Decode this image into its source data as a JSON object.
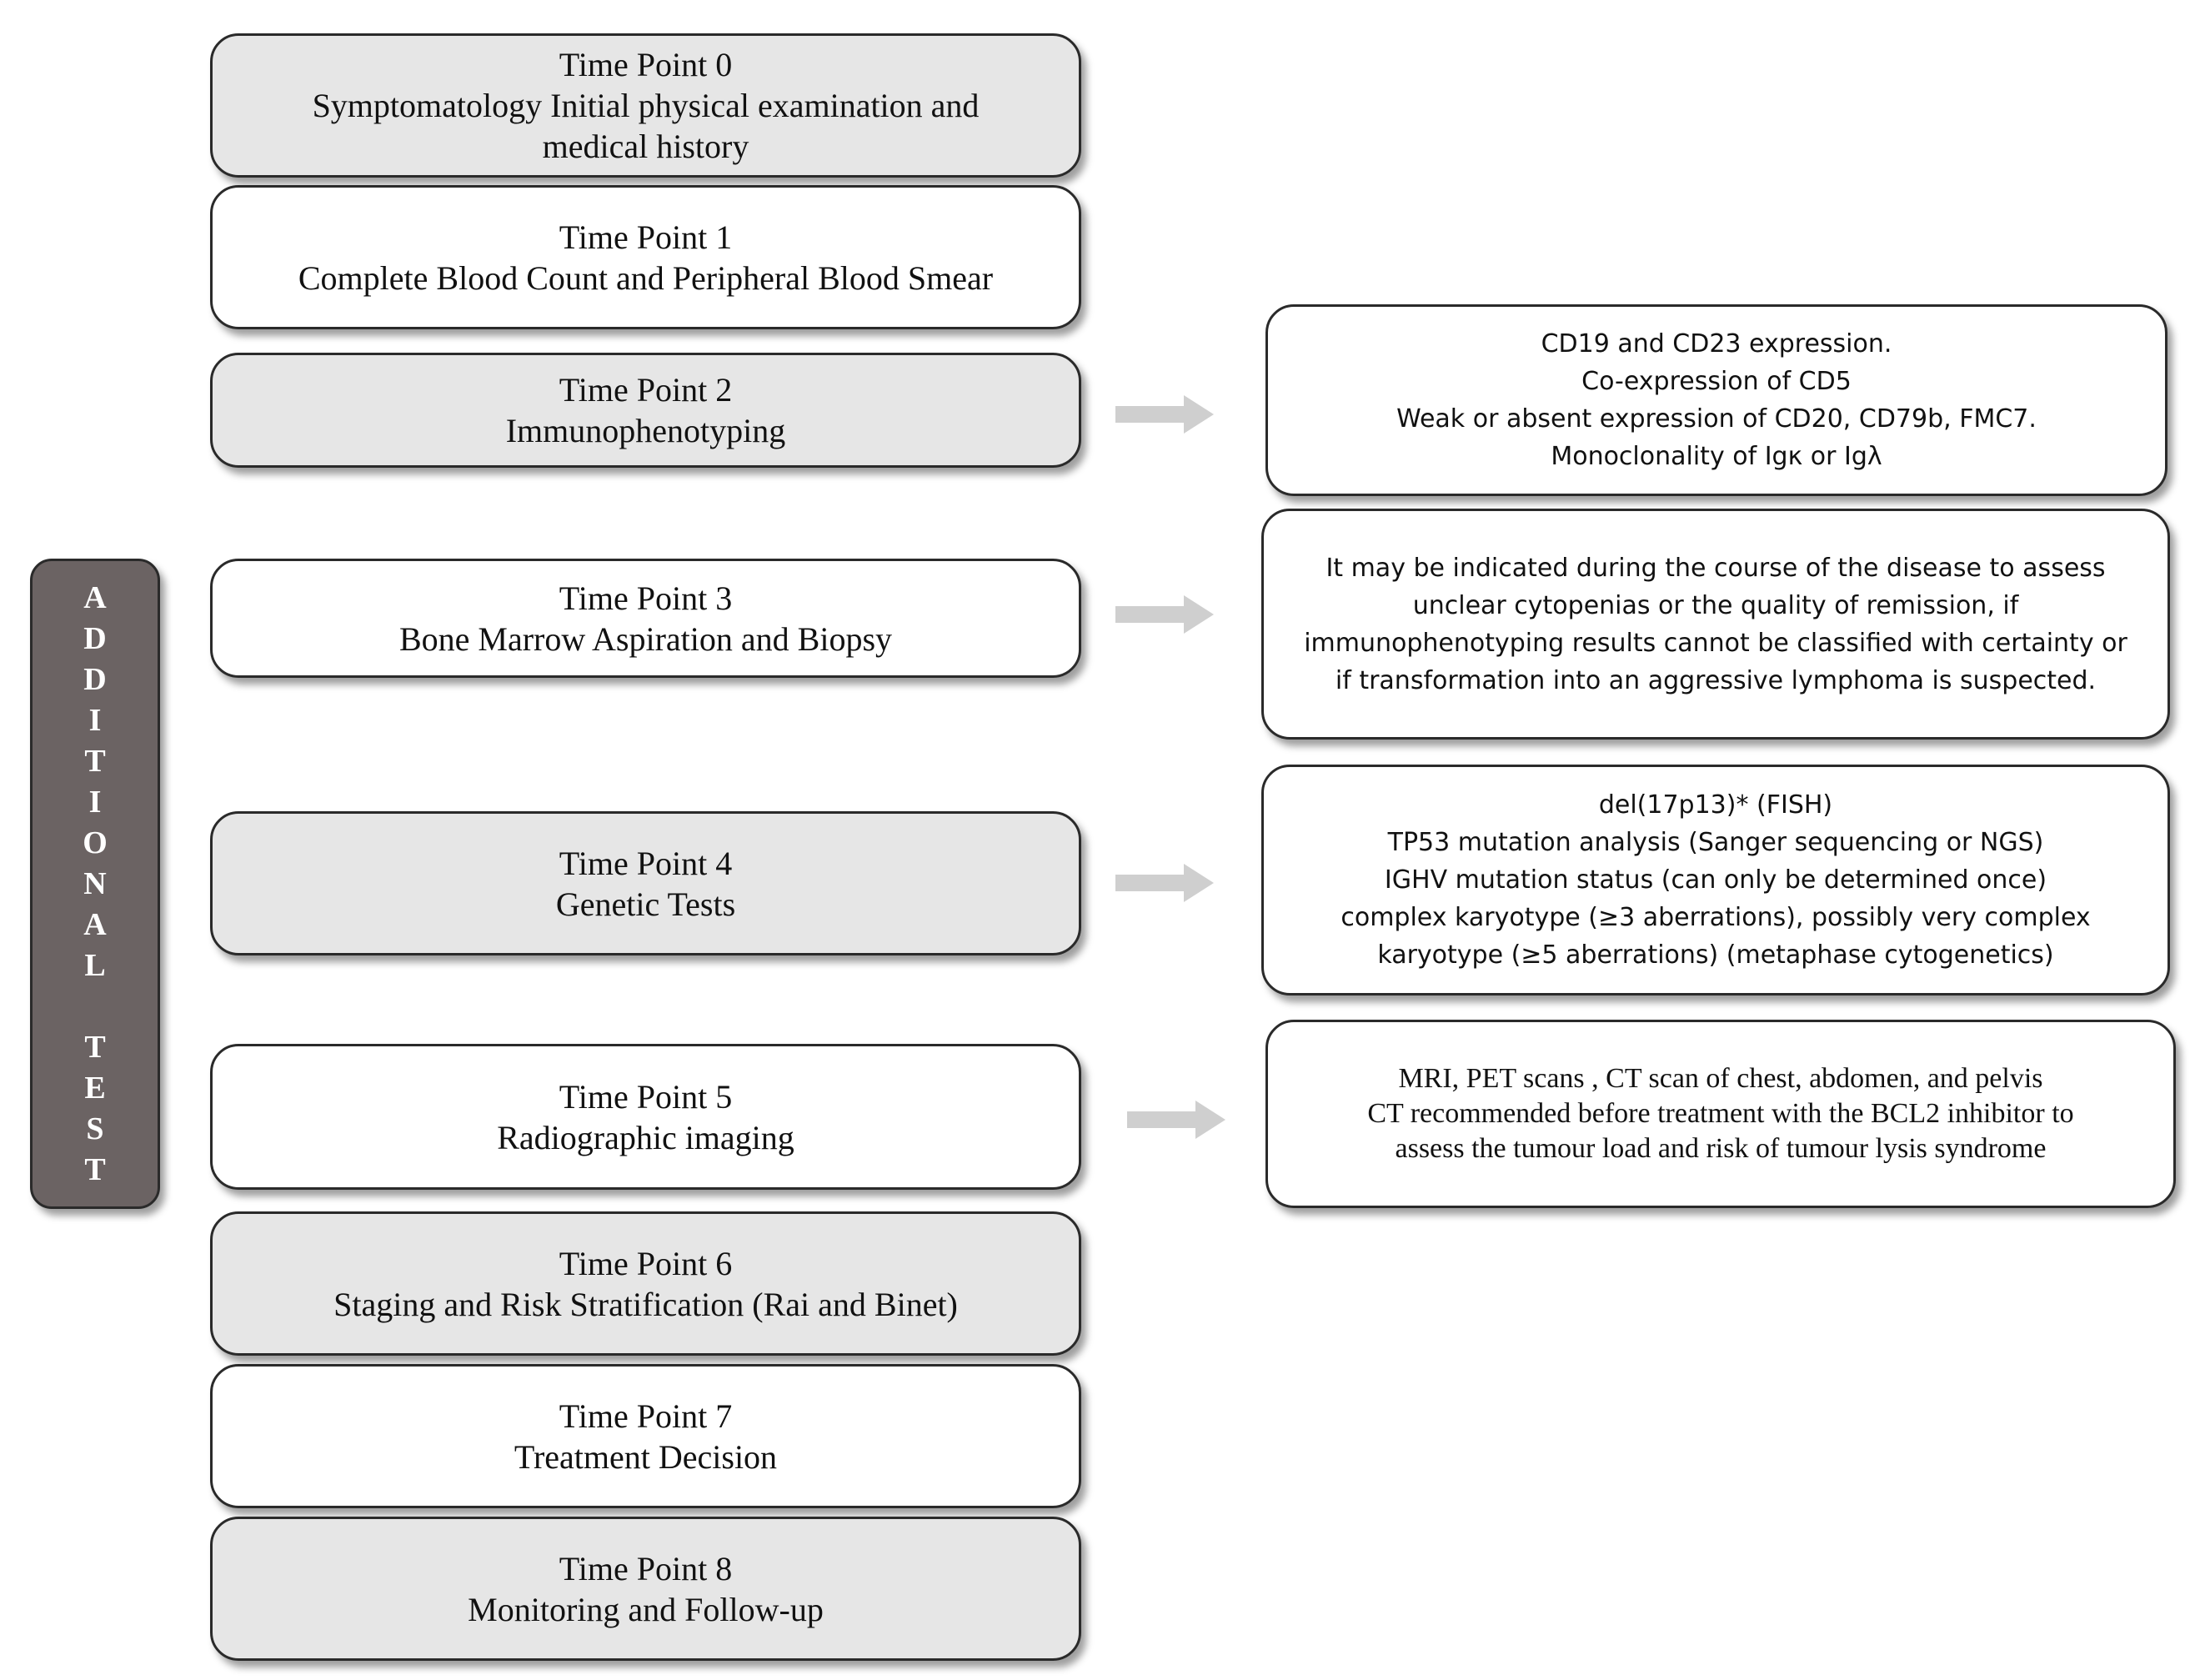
{
  "timepoints": [
    {
      "title": "Time Point 0",
      "lines": [
        "Symptomatology Initial physical examination and",
        "medical history"
      ]
    },
    {
      "title": "Time Point 1",
      "lines": [
        "Complete Blood Count and Peripheral Blood Smear"
      ]
    },
    {
      "title": "Time Point 2",
      "lines": [
        "Immunophenotyping"
      ]
    },
    {
      "title": "Time Point 3",
      "lines": [
        "Bone Marrow Aspiration and Biopsy"
      ]
    },
    {
      "title": "Time Point 4",
      "lines": [
        "Genetic Tests"
      ]
    },
    {
      "title": "Time Point 5",
      "lines": [
        "Radiographic imaging"
      ]
    },
    {
      "title": "Time Point 6",
      "lines": [
        "Staging and Risk Stratification (Rai and Binet)"
      ]
    },
    {
      "title": "Time Point 7",
      "lines": [
        "Treatment Decision"
      ]
    },
    {
      "title": "Time Point 8",
      "lines": [
        "Monitoring and Follow-up"
      ]
    }
  ],
  "details": [
    {
      "lines": [
        "CD19 and CD23 expression.",
        "Co-expression of CD5",
        "Weak or absent expression of CD20, CD79b, FMC7.",
        "Monoclonality of Igκ or Igλ"
      ]
    },
    {
      "lines": [
        "It may be indicated during the course of the disease to assess",
        "unclear cytopenias or the quality of remission, if",
        "immunophenotyping results cannot be classified with certainty or",
        "if transformation into an aggressive lymphoma is suspected."
      ]
    },
    {
      "lines": [
        "del(17p13)* (FISH)",
        "TP53 mutation analysis (Sanger sequencing or NGS)",
        "IGHV mutation status (can only be determined once)",
        "complex karyotype (≥3 aberrations), possibly very complex",
        "karyotype (≥5 aberrations) (metaphase cytogenetics)"
      ]
    },
    {
      "lines": [
        "MRI, PET scans , CT scan of chest, abdomen, and pelvis",
        "CT recommended before treatment with the BCL2 inhibitor to",
        "assess the tumour load and risk of tumour lysis syndrome"
      ]
    }
  ],
  "side_label": {
    "letters": [
      "A",
      "D",
      "D",
      "I",
      "T",
      "I",
      "O",
      "N",
      "A",
      "L",
      "",
      "T",
      "E",
      "S",
      "T"
    ]
  },
  "colors": {
    "gray_box": "#e6e6e6",
    "side_bar": "#6b6363",
    "arrow": "#cfcfcf"
  }
}
